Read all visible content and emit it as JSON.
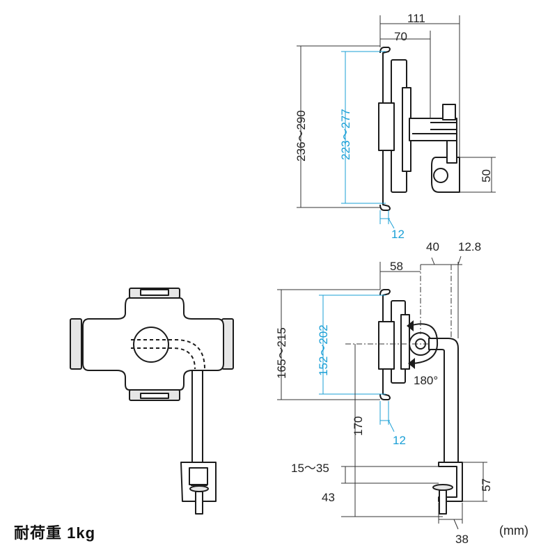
{
  "load_capacity": "耐荷重 1kg",
  "unit": "(mm)",
  "colors": {
    "line": "#1c1c1c",
    "accent": "#1a9fd6"
  },
  "top_view": {
    "dim_total_depth": "111",
    "dim_depth": "70",
    "dim_outer_height": "236～290",
    "dim_inner_height": "223～277",
    "dim_clamp_height": "50",
    "dim_grip": "12"
  },
  "side_view": {
    "dim_offset": "58",
    "dim_arm": "40",
    "dim_pole": "12.8",
    "dim_outer_height": "165～215",
    "dim_inner_height": "152～202",
    "dim_grip": "12",
    "dim_pole_length": "170",
    "dim_clamp_range": "15～35",
    "dim_clamp_depth": "43",
    "dim_clamp_height": "57",
    "dim_clamp_width": "38",
    "rotation": "180°"
  }
}
